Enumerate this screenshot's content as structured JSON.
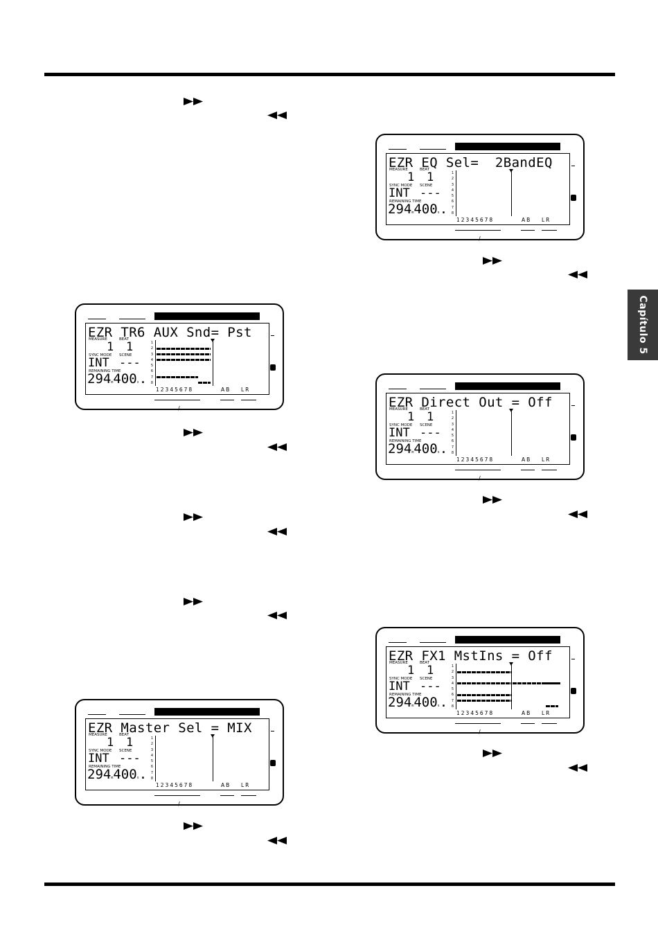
{
  "page": {
    "chapter_tab": "Capítulo 5"
  },
  "icons": {
    "forward": "fast-forward-icon",
    "rewind": "rewind-icon"
  },
  "devices": [
    {
      "id": "aux",
      "line1": "EZR TR6 AUX Snd= Pst",
      "measure_label": "MEASURE",
      "beat_label": "BEAT",
      "measure": "1",
      "beat": "1",
      "sync_label": "SYNC MODE",
      "scene_label": "SCENE",
      "sync": "INT",
      "scene": "---",
      "remaining_label": "REMAINING TIME",
      "rt_main": "294",
      "rt_m": "m",
      "rt_sec": "400",
      "rt_s": "s",
      "channels": [
        "1",
        "2",
        "3",
        "4",
        "5",
        "6",
        "7",
        "8"
      ],
      "tracks": "12345678",
      "ab": "AB",
      "lr": "LR",
      "slash": "/"
    },
    {
      "id": "master",
      "line1": "EZR Master Sel = MIX",
      "measure_label": "MEASURE",
      "beat_label": "BEAT",
      "measure": "1",
      "beat": "1",
      "sync_label": "SYNC MODE",
      "scene_label": "SCENE",
      "sync": "INT",
      "scene": "---",
      "remaining_label": "REMAINING TIME",
      "rt_main": "294",
      "rt_m": "m",
      "rt_sec": "400",
      "rt_s": "s",
      "channels": [
        "1",
        "2",
        "3",
        "4",
        "5",
        "6",
        "7",
        "8"
      ],
      "tracks": "12345678",
      "ab": "AB",
      "lr": "LR",
      "slash": "/"
    },
    {
      "id": "eq",
      "line1": "EZR EQ Sel=  2BandEQ",
      "measure_label": "MEASURE",
      "beat_label": "BEAT",
      "measure": "1",
      "beat": "1",
      "sync_label": "SYNC MODE",
      "scene_label": "SCENE",
      "sync": "INT",
      "scene": "---",
      "remaining_label": "REMAINING TIME",
      "rt_main": "294",
      "rt_m": "m",
      "rt_sec": "400",
      "rt_s": "s",
      "channels": [
        "1",
        "2",
        "3",
        "4",
        "5",
        "6",
        "7",
        "8"
      ],
      "tracks": "12345678",
      "ab": "AB",
      "lr": "LR",
      "slash": "/"
    },
    {
      "id": "direct",
      "line1": "EZR Direct Out = Off",
      "measure_label": "MEASURE",
      "beat_label": "BEAT",
      "measure": "1",
      "beat": "1",
      "sync_label": "SYNC MODE",
      "scene_label": "SCENE",
      "sync": "INT",
      "scene": "---",
      "remaining_label": "REMAINING TIME",
      "rt_main": "294",
      "rt_m": "m",
      "rt_sec": "400",
      "rt_s": "s",
      "channels": [
        "1",
        "2",
        "3",
        "4",
        "5",
        "6",
        "7",
        "8"
      ],
      "tracks": "12345678",
      "ab": "AB",
      "lr": "LR",
      "slash": "/"
    },
    {
      "id": "fx1",
      "line1": "EZR FX1 MstIns = Off",
      "measure_label": "MEASURE",
      "beat_label": "BEAT",
      "measure": "1",
      "beat": "1",
      "sync_label": "SYNC MODE",
      "scene_label": "SCENE",
      "sync": "INT",
      "scene": "---",
      "remaining_label": "REMAINING TIME",
      "rt_main": "294",
      "rt_m": "m",
      "rt_sec": "400",
      "rt_s": "s",
      "channels": [
        "1",
        "2",
        "3",
        "4",
        "5",
        "6",
        "7",
        "8"
      ],
      "tracks": "12345678",
      "ab": "AB",
      "lr": "LR",
      "slash": "/"
    }
  ]
}
